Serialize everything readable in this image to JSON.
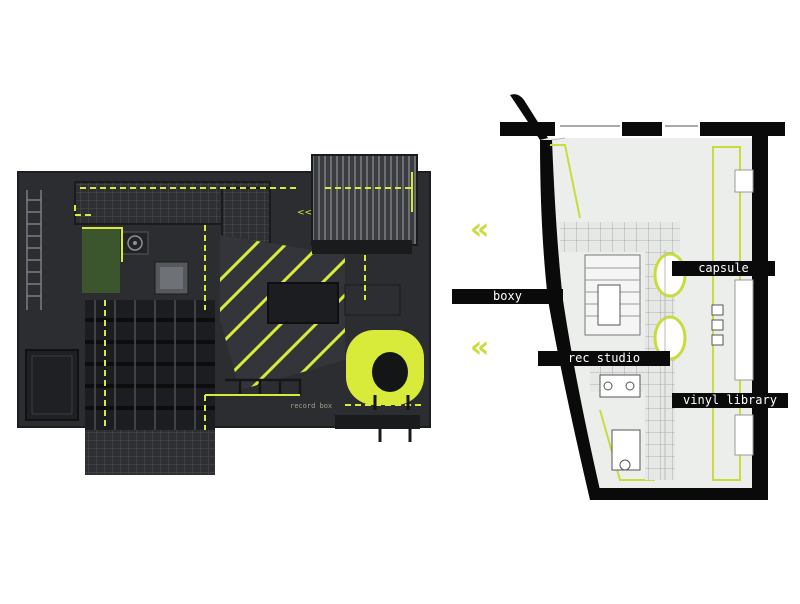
{
  "labels": {
    "boxy": "boxy",
    "capsule": "capsule",
    "rec_studio": "rec studio",
    "vinyl_library": "vinyl library",
    "model_sign": "record box"
  },
  "chevron_glyph": "«",
  "colors": {
    "accent": "#d8ea3a",
    "model_dark": "#2b2d30",
    "model_mid": "#3a3d41",
    "wall": "#0a0a0a",
    "plan_floor": "#eceeec",
    "chevron": "#c9dc3c"
  },
  "icons": [
    "ladder-icon",
    "fan-icon",
    "yellow-pod-icon",
    "stair-icon",
    "round-table-icon",
    "chair-icon"
  ]
}
